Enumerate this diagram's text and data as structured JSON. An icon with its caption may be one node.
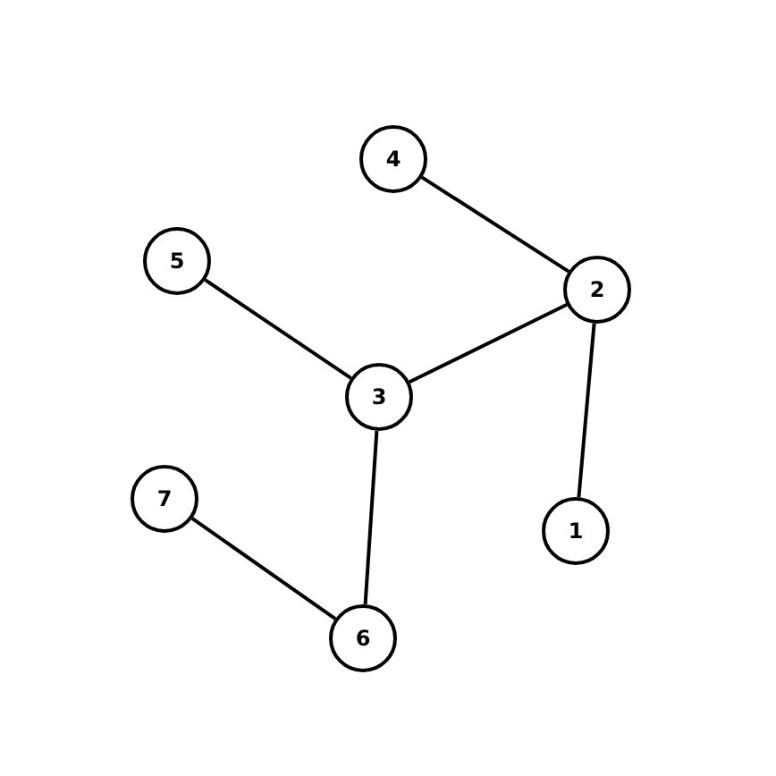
{
  "diagram": {
    "nodes": [
      {
        "text": [
          "4"
        ]
      },
      {
        "text": [
          "5"
        ]
      },
      {
        "text": [
          "2"
        ]
      },
      {
        "text": [
          "3"
        ]
      },
      {
        "text": [
          "7"
        ]
      },
      {
        "text": [
          "1"
        ]
      },
      {
        "text": [
          "6"
        ]
      }
    ],
    "edges": [
      {
        "from": 0,
        "to": 2,
        "arrow": "none"
      },
      {
        "from": 1,
        "to": 3,
        "arrow": "none"
      },
      {
        "from": 2,
        "to": 3,
        "arrow": "none"
      },
      {
        "from": 2,
        "to": 5,
        "arrow": "none"
      },
      {
        "from": 3,
        "to": 6,
        "arrow": "none"
      },
      {
        "from": 4,
        "to": 6,
        "arrow": "none"
      }
    ]
  }
}
